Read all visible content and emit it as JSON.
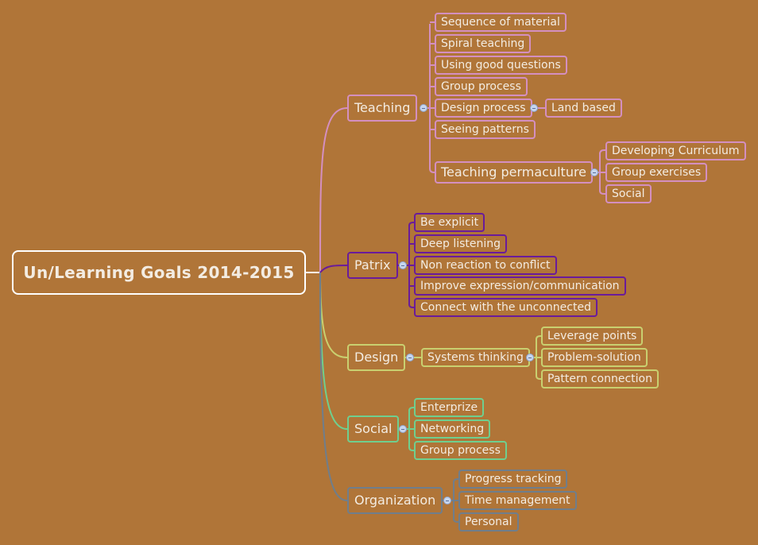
{
  "root": {
    "label": "Un/Learning Goals 2014-2015",
    "color": "#ffffff"
  },
  "background_color": "#b07538",
  "branches": [
    {
      "label": "Teaching",
      "color": "#d48fc0",
      "children": [
        {
          "label": "Sequence of material"
        },
        {
          "label": "Spiral teaching"
        },
        {
          "label": "Using good questions"
        },
        {
          "label": "Group process"
        },
        {
          "label": "Design process",
          "children": [
            {
              "label": "Land based"
            }
          ]
        },
        {
          "label": "Seeing patterns"
        },
        {
          "label": "Teaching permaculture",
          "children": [
            {
              "label": "Developing Curriculum"
            },
            {
              "label": "Group exercises"
            },
            {
              "label": "Social"
            }
          ]
        }
      ]
    },
    {
      "label": "Patrix",
      "color": "#6a1b9a",
      "children": [
        {
          "label": "Be explicit"
        },
        {
          "label": "Deep listening"
        },
        {
          "label": "Non reaction to conflict"
        },
        {
          "label": "Improve expression/communication"
        },
        {
          "label": "Connect with the unconnected"
        }
      ]
    },
    {
      "label": "Design",
      "color": "#c9d070",
      "children": [
        {
          "label": "Systems thinking",
          "children": [
            {
              "label": "Leverage points"
            },
            {
              "label": "Problem-solution"
            },
            {
              "label": "Pattern connection"
            }
          ]
        }
      ]
    },
    {
      "label": "Social",
      "color": "#6fcf8f",
      "children": [
        {
          "label": "Enterprize"
        },
        {
          "label": "Networking"
        },
        {
          "label": "Group process"
        }
      ]
    },
    {
      "label": "Organization",
      "color": "#6f7e8c",
      "children": [
        {
          "label": "Progress tracking"
        },
        {
          "label": "Time management"
        },
        {
          "label": "Personal"
        }
      ]
    }
  ],
  "icons": {
    "collapse": "collapse-minus-icon"
  }
}
